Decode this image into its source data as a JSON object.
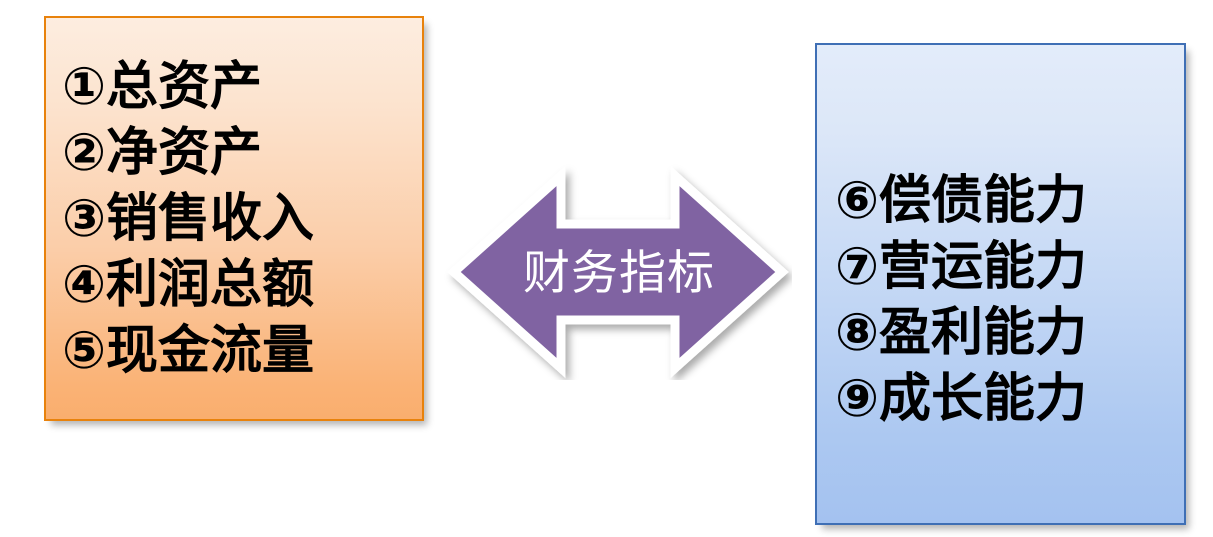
{
  "left_panel": {
    "accent_color": "#E8820C",
    "fill_top": "#FDEDE0",
    "fill_bottom": "#F9AE6E",
    "items": [
      "①总资产",
      "②净资产",
      "③销售收入",
      "④利润总额",
      "⑤现金流量"
    ]
  },
  "right_panel": {
    "accent_color": "#3F6FB5",
    "fill_top": "#E3ECFA",
    "fill_bottom": "#A4C2F0",
    "items": [
      "⑥偿债能力",
      "⑦营运能力",
      "⑧盈利能力",
      "⑨成长能力"
    ]
  },
  "center_arrow": {
    "label": "财务指标",
    "fill_color": "#8064A2",
    "outline_color": "#FFFFFF",
    "text_color": "#FFFFFF",
    "direction": "left-right"
  }
}
